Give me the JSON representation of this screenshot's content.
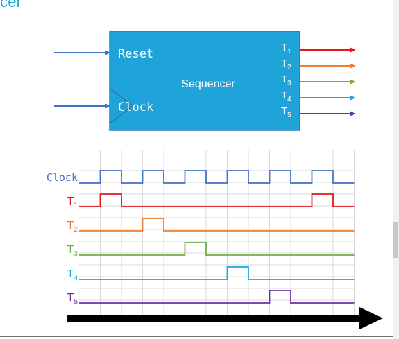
{
  "page_title_fragment": "cer",
  "block": {
    "name": "Sequencer",
    "inputs": [
      "Reset",
      "Clock"
    ],
    "outputs": [
      {
        "base": "T",
        "sub": "1"
      },
      {
        "base": "T",
        "sub": "2"
      },
      {
        "base": "T",
        "sub": "3"
      },
      {
        "base": "T",
        "sub": "4"
      },
      {
        "base": "T",
        "sub": "5"
      }
    ]
  },
  "timing": {
    "signals": [
      {
        "name": "Clock",
        "base": "Clock",
        "sub": "",
        "color": "#4472C4",
        "levels": [
          0,
          1,
          0,
          1,
          0,
          1,
          0,
          1,
          0,
          1,
          0,
          1,
          0
        ]
      },
      {
        "name": "T1",
        "base": "T",
        "sub": "1",
        "color": "#E0181A",
        "levels": [
          0,
          1,
          0,
          0,
          0,
          0,
          0,
          0,
          0,
          0,
          0,
          1,
          0
        ]
      },
      {
        "name": "T2",
        "base": "T",
        "sub": "2",
        "color": "#ED7D31",
        "levels": [
          0,
          0,
          0,
          1,
          0,
          0,
          0,
          0,
          0,
          0,
          0,
          0,
          0
        ]
      },
      {
        "name": "T3",
        "base": "T",
        "sub": "3",
        "color": "#70AD47",
        "levels": [
          0,
          0,
          0,
          0,
          0,
          1,
          0,
          0,
          0,
          0,
          0,
          0,
          0
        ]
      },
      {
        "name": "T4",
        "base": "T",
        "sub": "4",
        "color": "#1AA7D8",
        "levels": [
          0,
          0,
          0,
          0,
          0,
          0,
          0,
          1,
          0,
          0,
          0,
          0,
          0
        ]
      },
      {
        "name": "T5",
        "base": "T",
        "sub": "5",
        "color": "#7030A0",
        "levels": [
          0,
          0,
          0,
          0,
          0,
          0,
          0,
          0,
          0,
          1,
          0,
          0,
          0
        ]
      }
    ]
  },
  "colors": {
    "block_fill": "#1EA4D8",
    "block_stroke": "#2E74B5",
    "input_arrow": "#4472C4",
    "grid": "#d9d9d9",
    "time_arrow": "#000000"
  }
}
